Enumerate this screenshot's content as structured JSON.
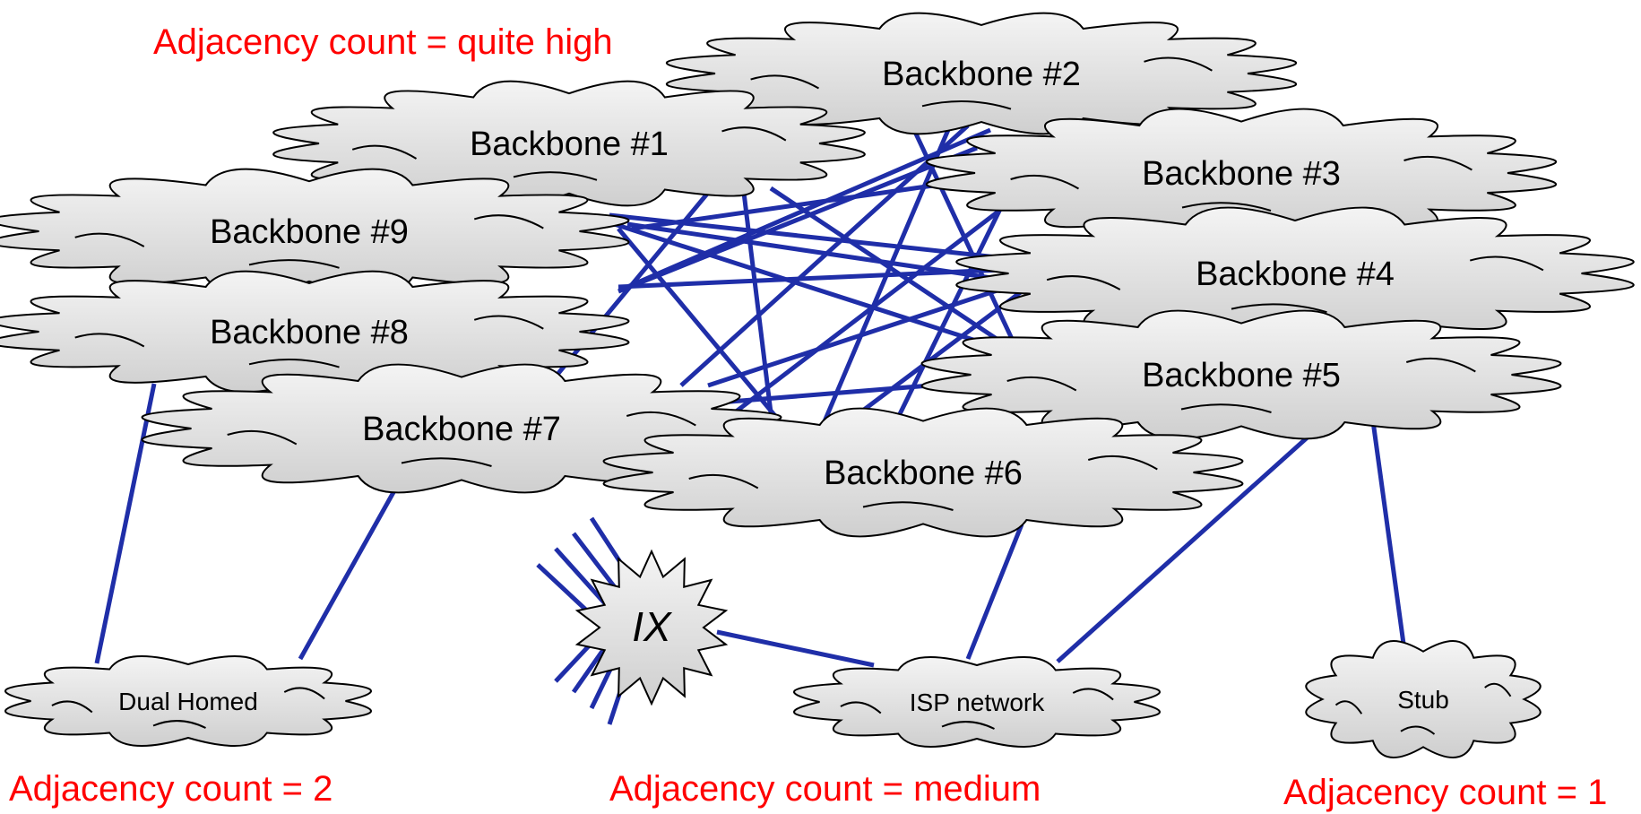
{
  "colors": {
    "caption": "#ff0000",
    "link": "#1f2ea8",
    "cloud_fill": "#d9d9d9",
    "outline": "#000000"
  },
  "captions": {
    "top": "Adjacency count = quite high",
    "dual": "Adjacency count = 2",
    "isp": "Adjacency count = medium",
    "stub": "Adjacency count = 1"
  },
  "nodes": {
    "bb1": "Backbone #1",
    "bb2": "Backbone #2",
    "bb3": "Backbone #3",
    "bb4": "Backbone #4",
    "bb5": "Backbone #5",
    "bb6": "Backbone #6",
    "bb7": "Backbone #7",
    "bb8": "Backbone #8",
    "bb9": "Backbone #9",
    "dual": "Dual Homed",
    "isp": "ISP network",
    "stub": "Stub",
    "ix": "IX"
  },
  "links": [
    [
      "bb1",
      "bb4"
    ],
    [
      "bb1",
      "bb5"
    ],
    [
      "bb1",
      "bb6"
    ],
    [
      "bb1",
      "bb7"
    ],
    [
      "bb2",
      "bb6"
    ],
    [
      "bb2",
      "bb7"
    ],
    [
      "bb2",
      "bb5"
    ],
    [
      "bb2",
      "bb8"
    ],
    [
      "bb3",
      "bb9"
    ],
    [
      "bb3",
      "bb8"
    ],
    [
      "bb3",
      "bb6"
    ],
    [
      "bb3",
      "bb7"
    ],
    [
      "bb4",
      "bb9"
    ],
    [
      "bb4",
      "bb8"
    ],
    [
      "bb4",
      "bb7"
    ],
    [
      "bb4",
      "bb6"
    ],
    [
      "bb5",
      "bb9"
    ],
    [
      "bb5",
      "bb7"
    ],
    [
      "bb9",
      "bb6"
    ],
    [
      "bb8",
      "dual"
    ],
    [
      "bb7",
      "dual"
    ],
    [
      "bb6",
      "isp"
    ],
    [
      "bb5",
      "isp"
    ],
    [
      "bb5",
      "stub"
    ],
    [
      "ix",
      "isp"
    ]
  ]
}
